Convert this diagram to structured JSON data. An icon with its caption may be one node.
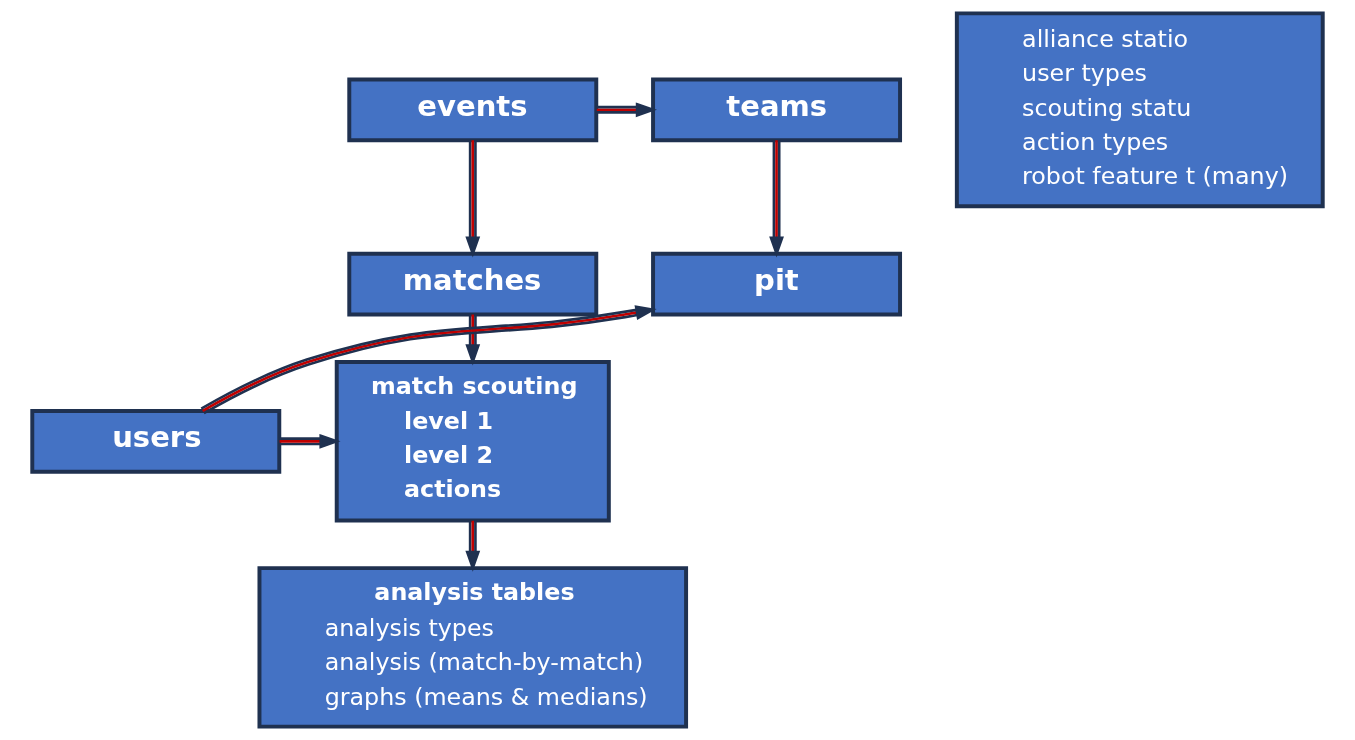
{
  "diagram": {
    "nodes": [
      {
        "text": [
          "events"
        ]
      },
      {
        "text": [
          "teams"
        ]
      },
      {
        "text": [
          "alliance statio",
          "user types",
          "scouting statu",
          "action types",
          "robot feature t (many)"
        ]
      },
      {
        "text": [
          "matches"
        ]
      },
      {
        "text": [
          "pit"
        ]
      },
      {
        "text": [
          "match scouting",
          "level 1",
          "level 2",
          "actions"
        ]
      },
      {
        "text": [
          "users"
        ]
      },
      {
        "text": [
          "analysis tables",
          "analysis types",
          "analysis (match-by-match)",
          "graphs (means & medians)"
        ]
      }
    ],
    "edges": [
      {
        "from": 0,
        "to": 1,
        "arrow": "to"
      },
      {
        "from": 0,
        "to": 3,
        "arrow": "to"
      },
      {
        "from": 1,
        "to": 4,
        "arrow": "to"
      },
      {
        "from": 3,
        "to": 5,
        "arrow": "to"
      },
      {
        "from": 6,
        "to": 4,
        "arrow": "to"
      },
      {
        "from": 6,
        "to": 5,
        "arrow": "to"
      },
      {
        "from": 5,
        "to": 7,
        "arrow": "to"
      }
    ]
  }
}
